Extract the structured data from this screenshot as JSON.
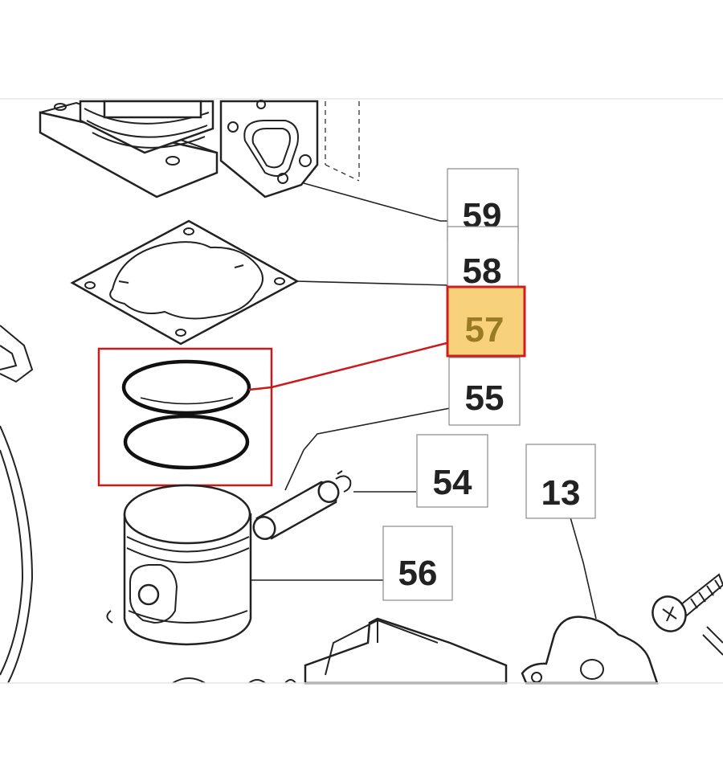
{
  "diagram": {
    "labels": {
      "p59": "59",
      "p58": "58",
      "p57": "57",
      "p55": "55",
      "p54": "54",
      "p56": "56",
      "p13": "13"
    },
    "highlighted_part": "57",
    "colors": {
      "highlight_fill": "#f8d27a",
      "highlight_border": "#d01c1c",
      "highlight_text": "#9a7a25",
      "line": "#222222",
      "label_border": "#8a8a8a"
    }
  }
}
